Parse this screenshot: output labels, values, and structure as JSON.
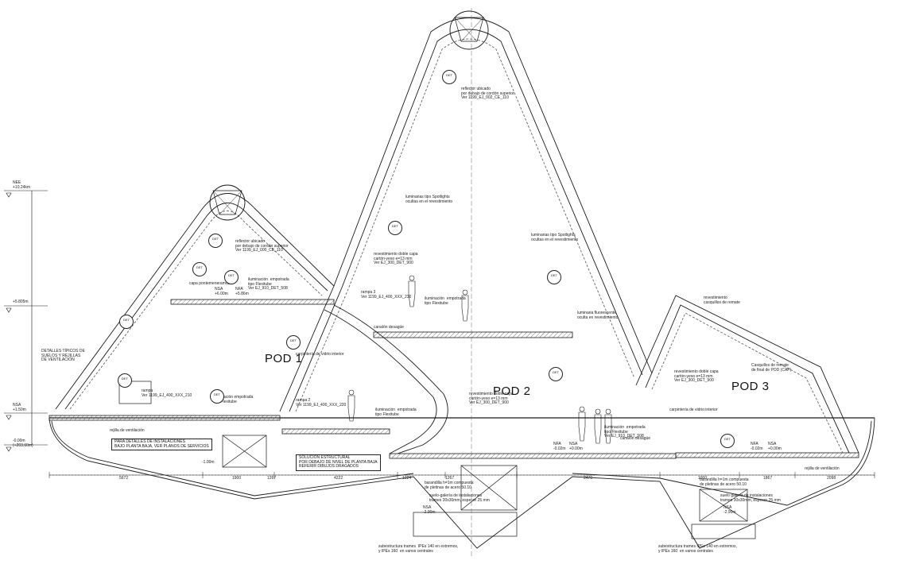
{
  "pods": {
    "pod1": "POD 1",
    "pod2": "POD 2",
    "pod3": "POD 3"
  },
  "levels": {
    "nee": "NEE\n+10.24km",
    "l5805": "+5.805m",
    "nsa_left": "NSA\n+1.50m",
    "l000": "-0.00m\n(+203.60m)",
    "nsa_pod1": "NSA\n+6.00m",
    "nfa_pod1": "NFA\n+5.86m",
    "nsa_bottom1": "NSA\n-2.90m",
    "nsa_bottom2": "NSA\n-2.90m",
    "nfa_pod2": "NFA\n-0.02m",
    "nsa_pod2": "NSA\n+0.00m",
    "nfa_pod3": "NFA\n-0.02m",
    "nsa_pod3": "NSA\n+0.00m",
    "minus100": "-1.00m"
  },
  "notes": {
    "reflector_top": "reflector ubicado\npor debajo de cordón superior\nVer 1199_EJ_002_CE_110",
    "reflector_pod1": "reflector ubicado\npor debajo de cordón superior\nVer 1199_EJ_000_CE_110",
    "luminarias_spot1": "luminarias tipo Spotlights\nocultas en el revestimiento",
    "luminarias_spot2": "luminarias tipo Spotlights\nocultas en el revestimiento",
    "revestimiento": "revestimiento doble capa\ncartón-yeso e=13 mm\nVer EJ_300_DET_900",
    "revestimiento_pod2": "revestimiento doble capa\ncartón-yeso e=13 mm\nVer EJ_300_DET_900",
    "revestimiento_pod3": "revestimiento doble capa\ncartón-yeso e=13 mm\nVer EJ_300_DET_900",
    "capa_pod1": "capa pontemeneramos",
    "iluminacion_pod1": "iluminación  empotrada\ntipo Flexitube\nVer EJ_910_DET_508",
    "carpinteria_pod1": "carpintería de vidrio interior",
    "carpinteria_pod3": "carpintería de vidrio interior",
    "rampa3": "rampa 3\nVer 1199_EJ_400_XXX_230",
    "rampa2": "rampa 2\nVer 1199_EJ_400_XXX_220",
    "rampa1": "rampa\nVer 1199_EJ_400_XXX_210",
    "canalon": "canalón desagüe",
    "canalon2": "canalón desagüe",
    "iluminacion_pod2": "iluminación  empotrada\ntipo Flexitube\nVer EJ_910_DET_508",
    "revestimiento_caseq": "revestimiento\ncasquillos de remate",
    "casquillos": "Casquillos de remate\nde final de POD (CAP)",
    "rejilla1": "rejilla de ventilación",
    "rejilla2": "rejilla de ventilación",
    "barandilla1": "barandilla h=1m compuesta\nde pletinas de acero 50.10",
    "barandilla2": "barandilla h=1m compuesta\nde pletinas de acero 50.10",
    "suelo1": "suelo-galería de instalaciones\ntrames 30x30mm, espesor 25 mm",
    "suelo2": "suelo galería de instalaciones\ntrames 30x30mm, espesor 25 mm",
    "subestructura1": "subestructura trames  IPEs 140 en extremos,\ny IPEs 160  en vanos centrales",
    "subestructura2": "subestructura trames IPEs 140 en extremos,\ny IPEs 160  en vanos centrales",
    "detalles_left": "DETALLES TÍPICOS DE\nSUELOS Y REJILLAS\nDE VENTILACIÓN",
    "luminaria_fluor": "luminaria fluorescente\noculta en revestimiento",
    "iluminacion_empot": "iluminación  empotrada\ntipo Flexitube",
    "iluminacion_empot2": "iluminación  empotrada\ntipo Flexitube",
    "iluminacion_rampa": "iluminación empotrada\ntipo Flexitube"
  },
  "boxed_notes": {
    "instalaciones": "PARA DETALLES DE INSTALACIONES\nBAJO PLANTA BAJA, VER PLANOS DE SERVICIOS",
    "solucion": "SOLUCIÓN ESTRUCTURAL\nPOR DEBAJO DE NIVEL DE PLANTA BAJA\nREFERIR DIBUJOS DRAGADOS"
  },
  "det_markers": [
    "DET",
    "DET",
    "DET",
    "DET",
    "DET",
    "DET",
    "DET",
    "DET",
    "DET",
    "DET",
    "DET",
    "DET"
  ],
  "dimensions": [
    "5672",
    "1900",
    "1267",
    "4222",
    "1224",
    "1267",
    "2470",
    "1900",
    "1867",
    "2098"
  ],
  "colors": {
    "line": "#1a1a1a",
    "light": "#888888",
    "hatch": "#555555"
  }
}
